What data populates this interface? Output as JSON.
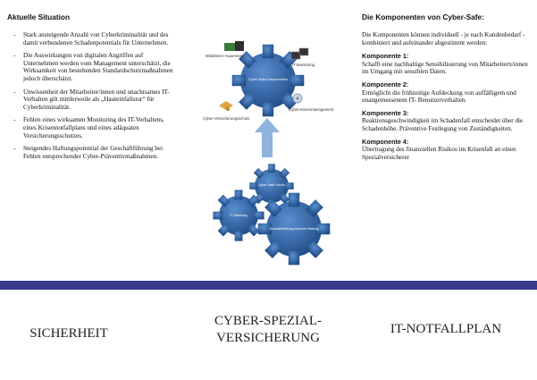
{
  "left": {
    "heading": "Aktuelle Situation",
    "bullets": [
      "Stark ansteigende Anzahl von Cyberkriminalität und des damit verbundenen Schadenpotentials für Unternehmen.",
      "Die Auswirkungen von digitalen Angriffen auf Unternehmen werden vom Management unterschätzt, die Wirksamkeit von bestehenden Standardschutzmaßnahmen jedoch überschätzt.",
      "Unwissenheit der Mitarbeiter/innen und unachtsames IT-Verhalten gilt mittlerweile als „Hauteinfallstor“ für Cyberkriminalität.",
      "Fehlen eines wirksamen Monitoring des IT-Verhaltens, eines Krisennotfallplans und eines adäquaten Versicherungsschutzes.",
      "Steigendes Haftungspotential der Geschäftführung bei Fehlen entsprechender Cyber-Präventivmaßnahmen."
    ]
  },
  "diagram": {
    "labels": {
      "awareness": "Mitarbeiter-Awareness",
      "monitoring": "IT-Monitoring",
      "center": "Cyber-Safe Komponenten",
      "insurance": "Cyber-Versicherungsschutz",
      "crisis": "Cyber-Krisenmanagement",
      "gear_schutz": "Cyber-Safe-Schutz",
      "gear_it": "IT-Abteilung",
      "gear_gf": "Geschäftsführung Kontrolle /Haftung"
    },
    "colors": {
      "gear": "#2f64a8",
      "gear_dark": "#1f4c86",
      "arrow": "#8fb3dc"
    }
  },
  "right": {
    "heading": "Die Komponenten von Cyber-Safe:",
    "intro": "Die Komponenten können individuell - je nach Kundenbedarf - kombiniert und aufeinander abgestimmt werden:",
    "components": [
      {
        "title": "Komponente 1:",
        "text": "Schafft eine nachhaltige Sensibilisierung von Mitarbeitern/innen im Umgang mit sensiblen Daten."
      },
      {
        "title": "Komponente 2:",
        "text": "Ermöglicht die frühzeitige Aufdeckung von auffälligem und unangemessenem IT- Benutzerverhalten."
      },
      {
        "title": "Komponente 3:",
        "text": "Reaktionsgeschwindigkeit im Schadenfall entscheidet über die Schadenhöhe. Präventive Festlegung von Zuständigkeiten."
      },
      {
        "title": "Komponente 4:",
        "text": "Übertragung des finanziellen Risikos im Krisenfall an einen Spezialversicherer"
      }
    ]
  },
  "bottom": {
    "left": "SICHERHEIT",
    "center_line1": "CYBER-SPEZIAL-",
    "center_line2": "VERSICHERUNG",
    "right": "IT-NOTFALLPLAN"
  },
  "colors": {
    "band": "#3a3b8b"
  }
}
